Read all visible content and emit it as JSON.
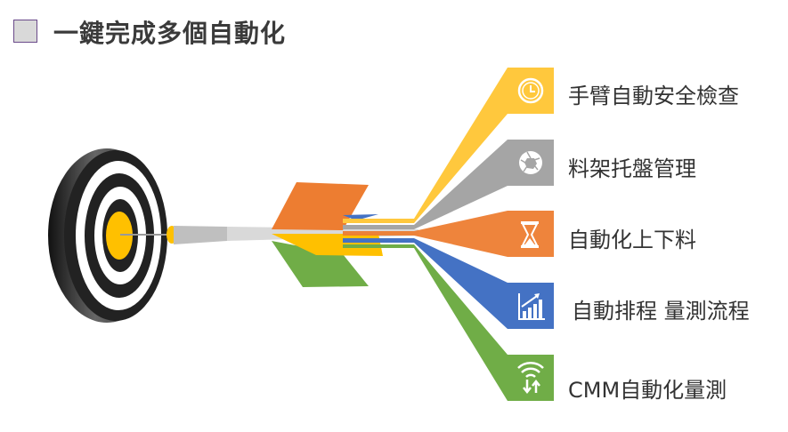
{
  "title": "一鍵完成多個自動化",
  "items": [
    {
      "label": "手臂自動安全檢查",
      "icon": "clock-icon",
      "color": "#ffc83d"
    },
    {
      "label": "料架托盤管理",
      "icon": "aperture-icon",
      "color": "#a5a5a5"
    },
    {
      "label": "自動化上下料",
      "icon": "hourglass-icon",
      "color": "#ed7d31"
    },
    {
      "label": "自動排程 量測流程",
      "icon": "bar-chart-icon",
      "color": "#4472c4"
    },
    {
      "label": "CMM自動化量測",
      "icon": "wireless-transfer-icon",
      "color": "#70ad47"
    }
  ]
}
